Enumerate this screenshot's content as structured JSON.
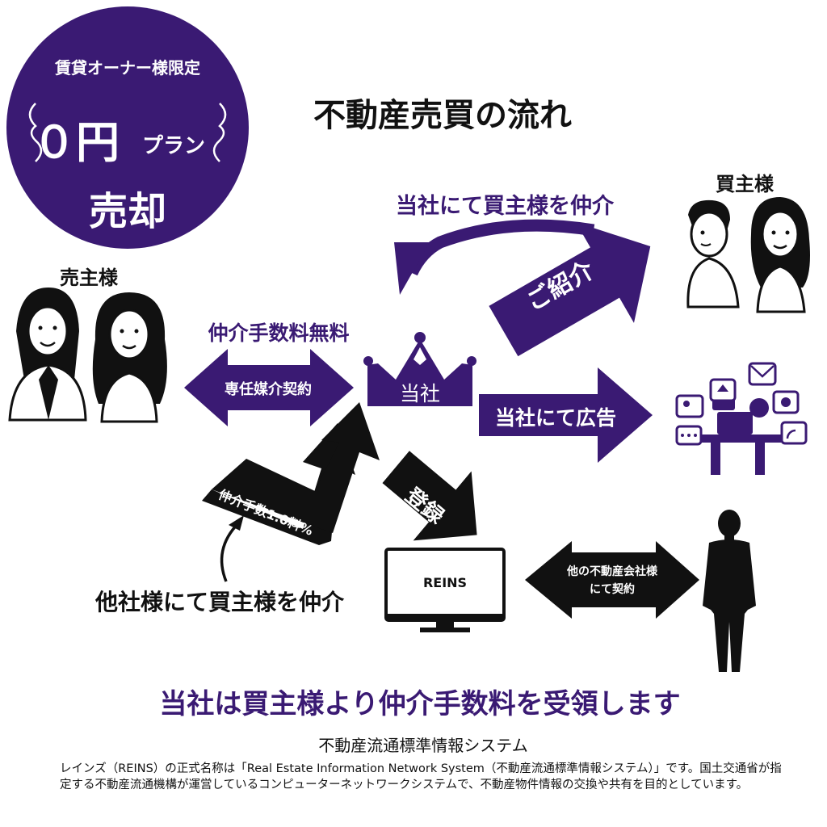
{
  "badge": {
    "line1": "賃貸オーナー様限定",
    "zero": "０円",
    "plan": "プラン",
    "sell": "売却"
  },
  "title": "不動産売買の流れ",
  "sellers": {
    "label": "売主様"
  },
  "buyers": {
    "label": "買主様"
  },
  "flows": {
    "in_house_broker": "当社にて買主様を仲介",
    "introduce": "ご紹介",
    "free_fee": "仲介手数料無料",
    "exclusive_contract": "専任媒介契約",
    "company": "当社",
    "advertise": "当社にて広告",
    "register": "登録",
    "fee_percent": "仲介手数1.0料%",
    "reins": "REINS",
    "other_contract_line1": "他の不動産会社様",
    "other_contract_line2": "にて契約",
    "other_broker": "他社様にて買主様を仲介"
  },
  "headline": "当社は買主様より仲介手数料を受領します",
  "footer": {
    "title": "不動産流通標準情報システム",
    "body": "レインズ（REINS）の正式名称は「Real Estate Information Network System（不動産流通標準情報システム）」です。国土交通省が指定する不動産流通機構が運営しているコンピューターネットワークシステムで、不動産物件情報の交換や共有を目的としています。"
  },
  "colors": {
    "accent": "#3a1a73",
    "dark": "#111111",
    "light": "#ffffff"
  },
  "icons": [
    "crown-icon",
    "monitor-icon",
    "businessman-icon",
    "marketing-icon",
    "seller-woman-icon",
    "buyer-man-icon",
    "buyer-woman-icon"
  ]
}
